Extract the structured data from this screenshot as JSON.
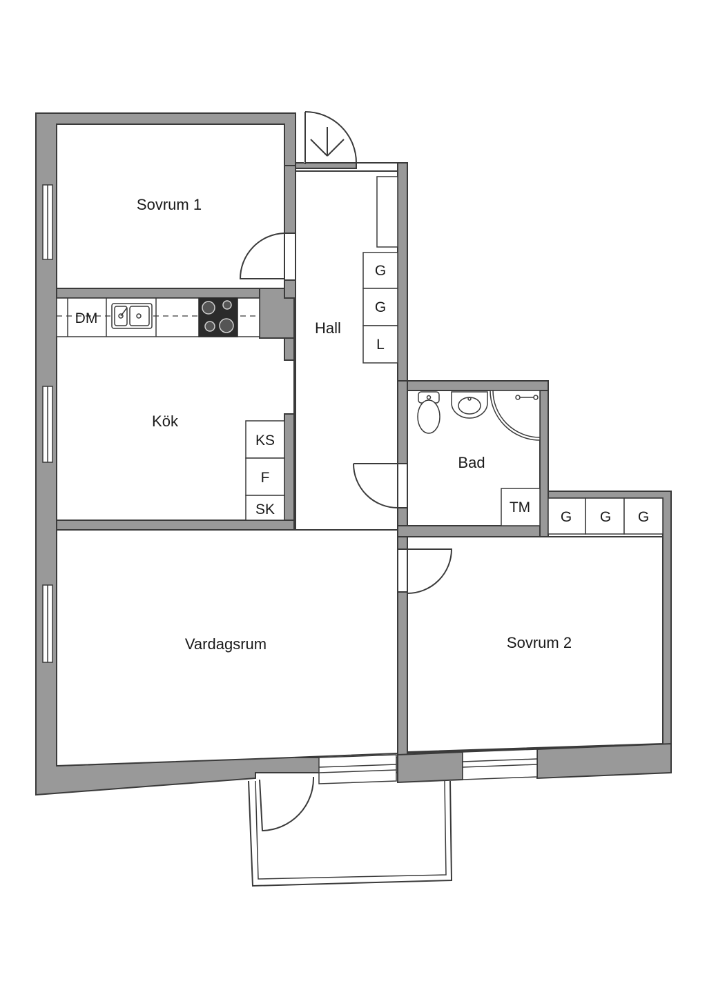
{
  "rooms": {
    "sovrum1": "Sovrum 1",
    "hall": "Hall",
    "kok": "Kök",
    "bad": "Bad",
    "vardagsrum": "Vardagsrum",
    "sovrum2": "Sovrum 2"
  },
  "fixtures": {
    "hall_g1": "G",
    "hall_g2": "G",
    "hall_l": "L",
    "kitchen_dm": "DM",
    "kitchen_ks": "KS",
    "kitchen_f": "F",
    "kitchen_sk": "SK",
    "bath_tm": "TM",
    "bed2_g1": "G",
    "bed2_g2": "G",
    "bed2_g3": "G"
  },
  "colors": {
    "wall": "#999999",
    "line": "#3a3a3a",
    "background": "#ffffff"
  }
}
